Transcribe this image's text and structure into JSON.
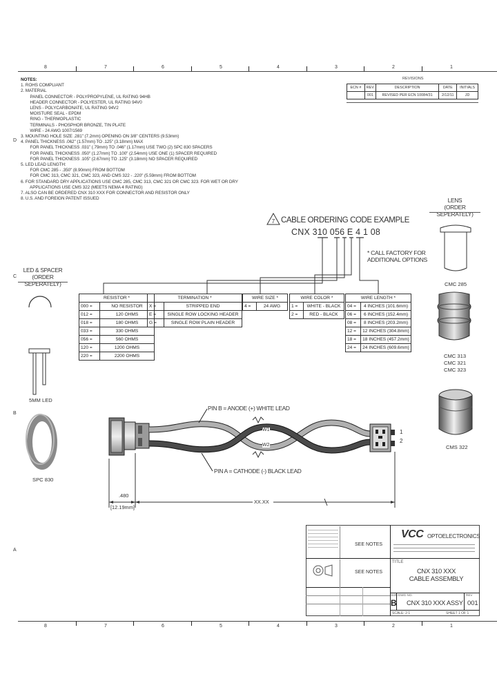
{
  "zones_top": [
    "8",
    "7",
    "6",
    "5",
    "4",
    "3",
    "2",
    "1"
  ],
  "zones_bottom": [
    "8",
    "7",
    "6",
    "5",
    "4",
    "3",
    "2",
    "1"
  ],
  "zones_side": [
    "D",
    "C",
    "B",
    "A"
  ],
  "notes": {
    "title": "NOTES:",
    "lines": [
      "1.  ROHS COMPLIANT",
      "2.  MATERIAL",
      "        PANEL CONNECTOR - POLYPROPYLENE, UL RATING 94HB",
      "        HEADER CONNECTOR - POLYESTER, UL RATING 94V0",
      "        LENS - POLYCARBONATE, UL RATING 94V2",
      "        MOISTURE SEAL - EPDM",
      "        RING - THERMOPLASTIC",
      "        TERMINALS - PHOSPHOR BRONZE, TIN PLATE",
      "        WIRE - 24 AWG 1007/1569",
      "3.  MOUNTING HOLE SIZE .281\" (7.2mm) OPENING ON 3/8\" CENTERS (9.53mm)",
      "4.  PANEL THICKNESS .062\" (1.57mm) TO .125\" (3.18mm) MAX",
      "        FOR PANEL THICKNESS .031\" (.79mm) TO .046\" (1.17mm) USE TWO (2) SPC 830 SPACERS",
      "        FOR PANEL THICKNESS .050\" (1.27mm) TO .100\" (2.54mm) USE ONE (1) SPACER REQUIRED",
      "        FOR PANEL THICKNESS .105\" (2.67mm) TO .125\" (3.18mm) NO SPACER REQUIRED",
      "5.  LED LEAD LENGTH:",
      "        FOR CMC 285 - .350\" (8.90mm) FROM BOTTOM",
      "        FOR CMC 313, CMC 321, CMC 323, AND CMS 322 - .220\" (5.59mm) FROM BOTTOM",
      "6.  FOR STANDARD DRY APPLICATIONS USE CMC 285, CMC 313, CMC 321 OR CMC 323. FOR WET OR DRY",
      "        APPLICATIONS USE CMS 322 (MEETS NEMA 4 RATING)",
      "7.  ALSO CAN BE ORDERED CNX 310 XXX FOR CONNECTOR AND RESISTOR ONLY",
      "8.  U.S. AND FOREIGN PATENT ISSUED"
    ]
  },
  "revisions": {
    "title": "REVISIONS",
    "headers": [
      "ECN #",
      "REV",
      "DESCRIPTION",
      "DATE",
      "INITIALS"
    ],
    "rows": [
      [
        "",
        "001",
        "REVISED PER ECN 10084/31",
        "2/12/11",
        "JD"
      ]
    ]
  },
  "ordering": {
    "title": "CABLE ORDERING CODE EXAMPLE",
    "code": "CNX 310 056 E 4 1 08",
    "call_factory": "* CALL FACTORY FOR ADDITIONAL OPTIONS"
  },
  "resistor": {
    "header": "RESISTOR *",
    "rows": [
      [
        "000 =",
        "NO RESISTOR"
      ],
      [
        "012 =",
        "120 OHMS"
      ],
      [
        "018 =",
        "180 OHMS"
      ],
      [
        "033 =",
        "330 OHMS"
      ],
      [
        "056 =",
        "560 OHMS"
      ],
      [
        "120 =",
        "1200 OHMS"
      ],
      [
        "220 =",
        "2200 OHMS"
      ]
    ]
  },
  "termination": {
    "header": "TERMINATION *",
    "rows": [
      [
        "X =",
        "STRIPPED END"
      ],
      [
        "E =",
        "SINGLE ROW LOCKING HEADER"
      ],
      [
        "G =",
        "SINGLE ROW PLAIN HEADER"
      ]
    ]
  },
  "wire_size": {
    "header": "WIRE SIZE *",
    "rows": [
      [
        "4 =",
        "24 AWG"
      ]
    ]
  },
  "wire_color": {
    "header": "WIRE COLOR *",
    "rows": [
      [
        "1 =",
        "WHITE - BLACK"
      ],
      [
        "2 =",
        "RED - BLACK"
      ]
    ]
  },
  "wire_length": {
    "header": "WIRE LENGTH *",
    "rows": [
      [
        "04 =",
        "4 INCHES (101.6mm)"
      ],
      [
        "06 =",
        "6 INCHES (152.4mm)"
      ],
      [
        "08 =",
        "8 INCHES (203.2mm)"
      ],
      [
        "12 =",
        "12 INCHES (304.8mm)"
      ],
      [
        "18 =",
        "18 INCHES (457.2mm)"
      ],
      [
        "24 =",
        "24 INCHES (609.6mm)"
      ]
    ]
  },
  "left_parts": {
    "title_line1": "LED & SPACER",
    "title_line2": "(ORDER SEPERATELY)",
    "led_label": "5MM LED",
    "spacer_label": "SPC 830"
  },
  "right_parts": {
    "title_line1": "LENS",
    "title_line2": "(ORDER SEPERATELY)",
    "lens1": "CMC 285",
    "lens2": [
      "CMC 313",
      "CMC 321",
      "CMC 323"
    ],
    "lens3": "CMS 322"
  },
  "assembly": {
    "pin_b": "PIN B = ANODE (+) WHITE LEAD",
    "pin_a": "PIN A = CATHODE (-) BLACK LEAD",
    "w1": "W1",
    "w2": "W2",
    "pin1": "1",
    "pin2": "2",
    "dim_connector": ".480",
    "dim_connector_mm": "[12.19mm]",
    "dim_length": "XX.XX"
  },
  "title_block": {
    "company": "OPTOELECTRONICS",
    "logo": "VCC",
    "see_notes_1": "SEE NOTES",
    "see_notes_2": "SEE NOTES",
    "title_label": "TITLE",
    "title_line1": "CNX 310 XXX",
    "title_line2": "CABLE ASSEMBLY",
    "size_label": "SIZE",
    "size": "B",
    "dwg_label": "DWG NO.",
    "dwg_no": "CNX 310 XXX ASSY",
    "rev_label": "REV",
    "rev": "001",
    "sheet": "SHEET 1 OF 1",
    "scale": "SCALE: 2:1"
  },
  "colors": {
    "line": "#222222",
    "wire_white": "#9a9a9a",
    "wire_black": "#3a3a3a"
  }
}
